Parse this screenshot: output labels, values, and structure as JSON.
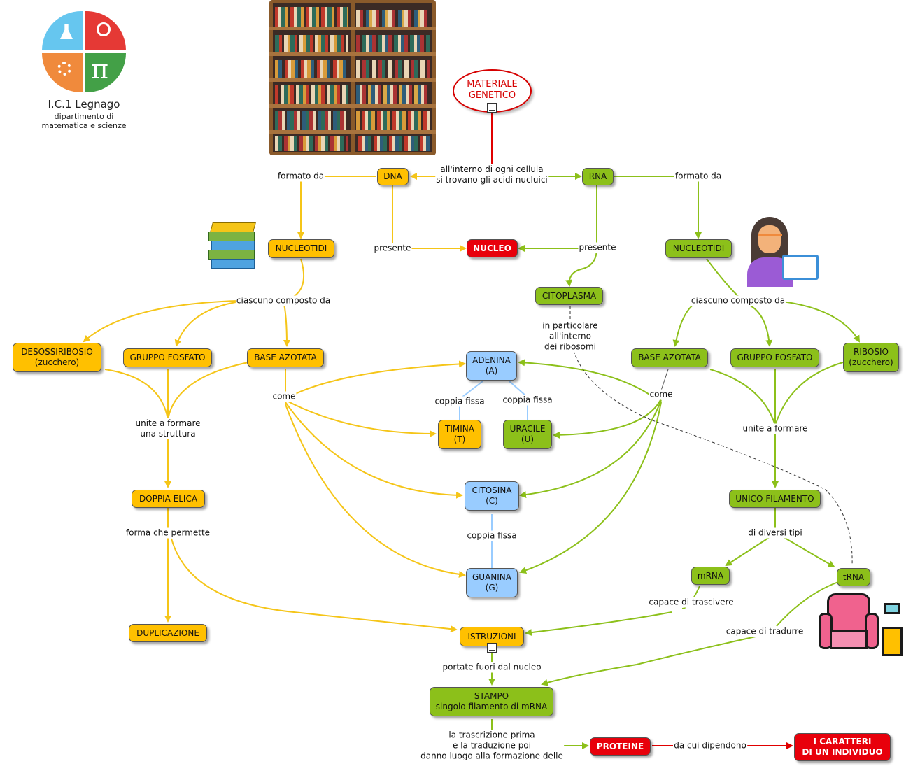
{
  "logo": {
    "name": "I.C.1 Legnago",
    "sub1": "dipartimento di",
    "sub2": "matematica e scienze",
    "pi": "π"
  },
  "colors": {
    "yellow": "#ffc000",
    "green": "#8cc01a",
    "blue": "#99ccff",
    "red": "#e8000b",
    "yellow_line": "#f5c518",
    "green_line": "#8cc01a"
  },
  "root": {
    "line1": "MATERIALE",
    "line2": "GENETICO"
  },
  "nodes": {
    "dna": "DNA",
    "rna": "RNA",
    "nucleo": "NUCLEO",
    "citoplasma": "CITOPLASMA",
    "nucleotidi_dna": "NUCLEOTIDI",
    "nucleotidi_rna": "NUCLEOTIDI",
    "desossiribosio": [
      "DESOSSIRIBOSIO",
      "(zucchero)"
    ],
    "gruppo_fosfato_dna": "GRUPPO FOSFATO",
    "base_azotata_dna": "BASE AZOTATA",
    "base_azotata_rna": "BASE AZOTATA",
    "gruppo_fosfato_rna": "GRUPPO FOSFATO",
    "ribosio": [
      "RIBOSIO",
      "(zucchero)"
    ],
    "adenina": [
      "ADENINA",
      "(A)"
    ],
    "timina": [
      "TIMINA",
      "(T)"
    ],
    "uracile": [
      "URACILE",
      "(U)"
    ],
    "citosina": [
      "CITOSINA",
      "(C)"
    ],
    "guanina": [
      "GUANINA",
      "(G)"
    ],
    "doppia_elica": "DOPPIA ELICA",
    "duplicazione": "DUPLICAZIONE",
    "unico_filamento": "UNICO FILAMENTO",
    "mrna": "mRNA",
    "trna": "tRNA",
    "istruzioni": "ISTRUZIONI",
    "stampo": [
      "STAMPO",
      "singolo filamento di mRNA"
    ],
    "proteine": "PROTEINE",
    "caratteri": [
      "I CARATTERI",
      "DI UN INDIVIDUO"
    ]
  },
  "labels": {
    "acidi": [
      "all'interno di ogni cellula",
      "si trovano gli acidi nucluici"
    ],
    "formato_dna": "formato da",
    "formato_rna": "formato da",
    "presente_dna": "presente",
    "presente_rna": "presente",
    "ciascuno_dna": "ciascuno composto da",
    "ciascuno_rna": "ciascuno composto da",
    "ribosomi": [
      "in particolare",
      "all'interno",
      "dei ribosomi"
    ],
    "come_dna": "come",
    "come_rna": "come",
    "coppia_at": "coppia fissa",
    "coppia_au": "coppia fissa",
    "coppia_cg": "coppia fissa",
    "unite_dna": [
      "unite a formare",
      "una struttura"
    ],
    "unite_rna": "unite a formare",
    "forma": "forma che permette",
    "tipi": "di diversi tipi",
    "trascrivere": "capace di trascivere",
    "tradurre": "capace di tradurre",
    "portate": "portate fuori dal nucleo",
    "trascrizione": [
      "la trascrizione prima",
      "e la traduzione poi",
      "danno luogo alla formazione delle"
    ],
    "dipendono": "da cui dipendono"
  }
}
